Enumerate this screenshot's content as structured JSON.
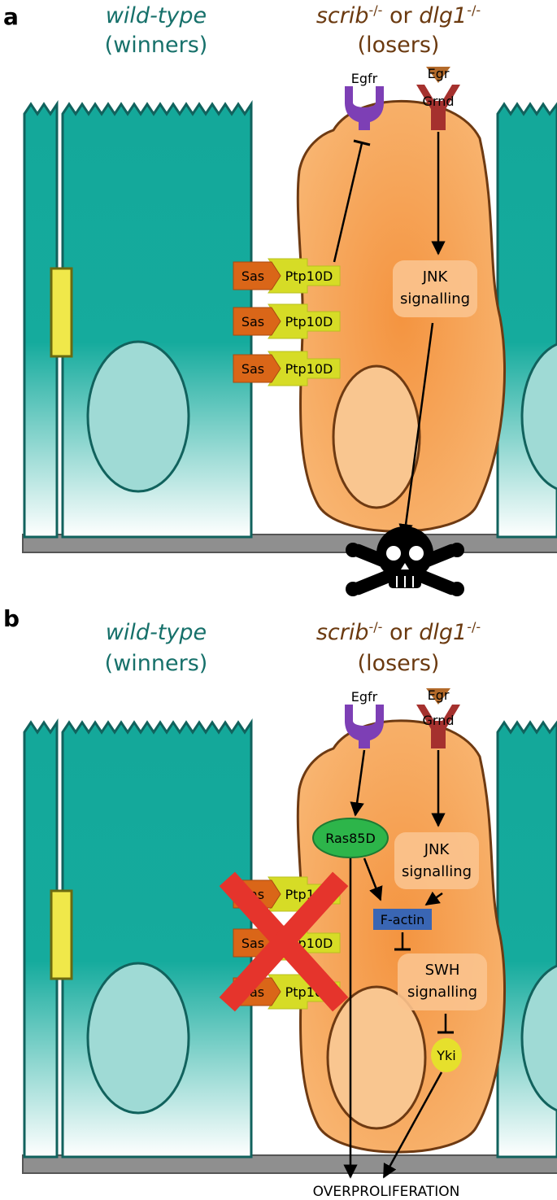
{
  "panels": [
    {
      "letter": "a",
      "winners": {
        "line1": "wild-type",
        "line2": "(winners)"
      },
      "losers": {
        "genotype_a": "scrib",
        "sup_a": "-/-",
        "conj": " or ",
        "genotype_b": "dlg1",
        "sup_b": "-/-",
        "line2": "(losers)"
      },
      "egfr": "Egfr",
      "egr": "Egr",
      "grnd": "Grnd",
      "sas": [
        "Sas",
        "Sas",
        "Sas"
      ],
      "ptp": [
        "Ptp10D",
        "Ptp10D",
        "Ptp10D"
      ],
      "jnk": [
        "JNK",
        "signalling"
      ]
    },
    {
      "letter": "b",
      "winners": {
        "line1": "wild-type",
        "line2": "(winners)"
      },
      "losers": {
        "genotype_a": "scrib",
        "sup_a": "-/-",
        "conj": " or ",
        "genotype_b": "dlg1",
        "sup_b": "-/-",
        "line2": "(losers)"
      },
      "egfr": "Egfr",
      "egr": "Egr",
      "grnd": "Grnd",
      "sas": [
        "Sas",
        "Sas",
        "Sas"
      ],
      "ptp": [
        "Ptp10D",
        "Ptp10D",
        "Ptp10D"
      ],
      "jnk": [
        "JNK",
        "signalling"
      ],
      "ras": "Ras85D",
      "factin": "F-actin",
      "swh": [
        "SWH",
        "signalling"
      ],
      "yki": "Yki",
      "outcome": "OVERPROLIFERATION"
    }
  ],
  "colors": {
    "teal": "#14A89A",
    "teal_dark": "#11625D",
    "title_teal": "#16706A",
    "title_brown": "#6B3A10",
    "loser": "#F6A35A",
    "loser_stroke": "#6E3A12",
    "sas": "#DA6618",
    "ptp": "#D6DC26",
    "egfr": "#7D3FB5",
    "grnd": "#A5312E",
    "egr": "#B36A2A",
    "ras": "#2DB54A",
    "factin": "#3A66B4",
    "yki": "#E6E02C",
    "cross": "#E5342C"
  }
}
